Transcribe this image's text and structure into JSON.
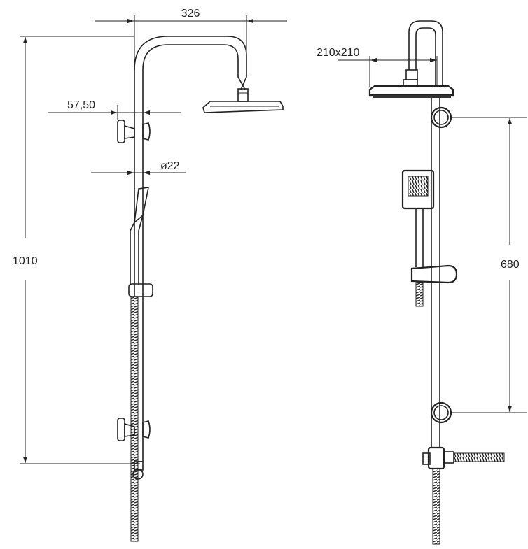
{
  "dimensions": {
    "arm_length": "326",
    "pipe_offset": "57,50",
    "pipe_diameter": "ø22",
    "total_height": "1010",
    "head_size": "210x210",
    "bracket_spacing": "680"
  }
}
